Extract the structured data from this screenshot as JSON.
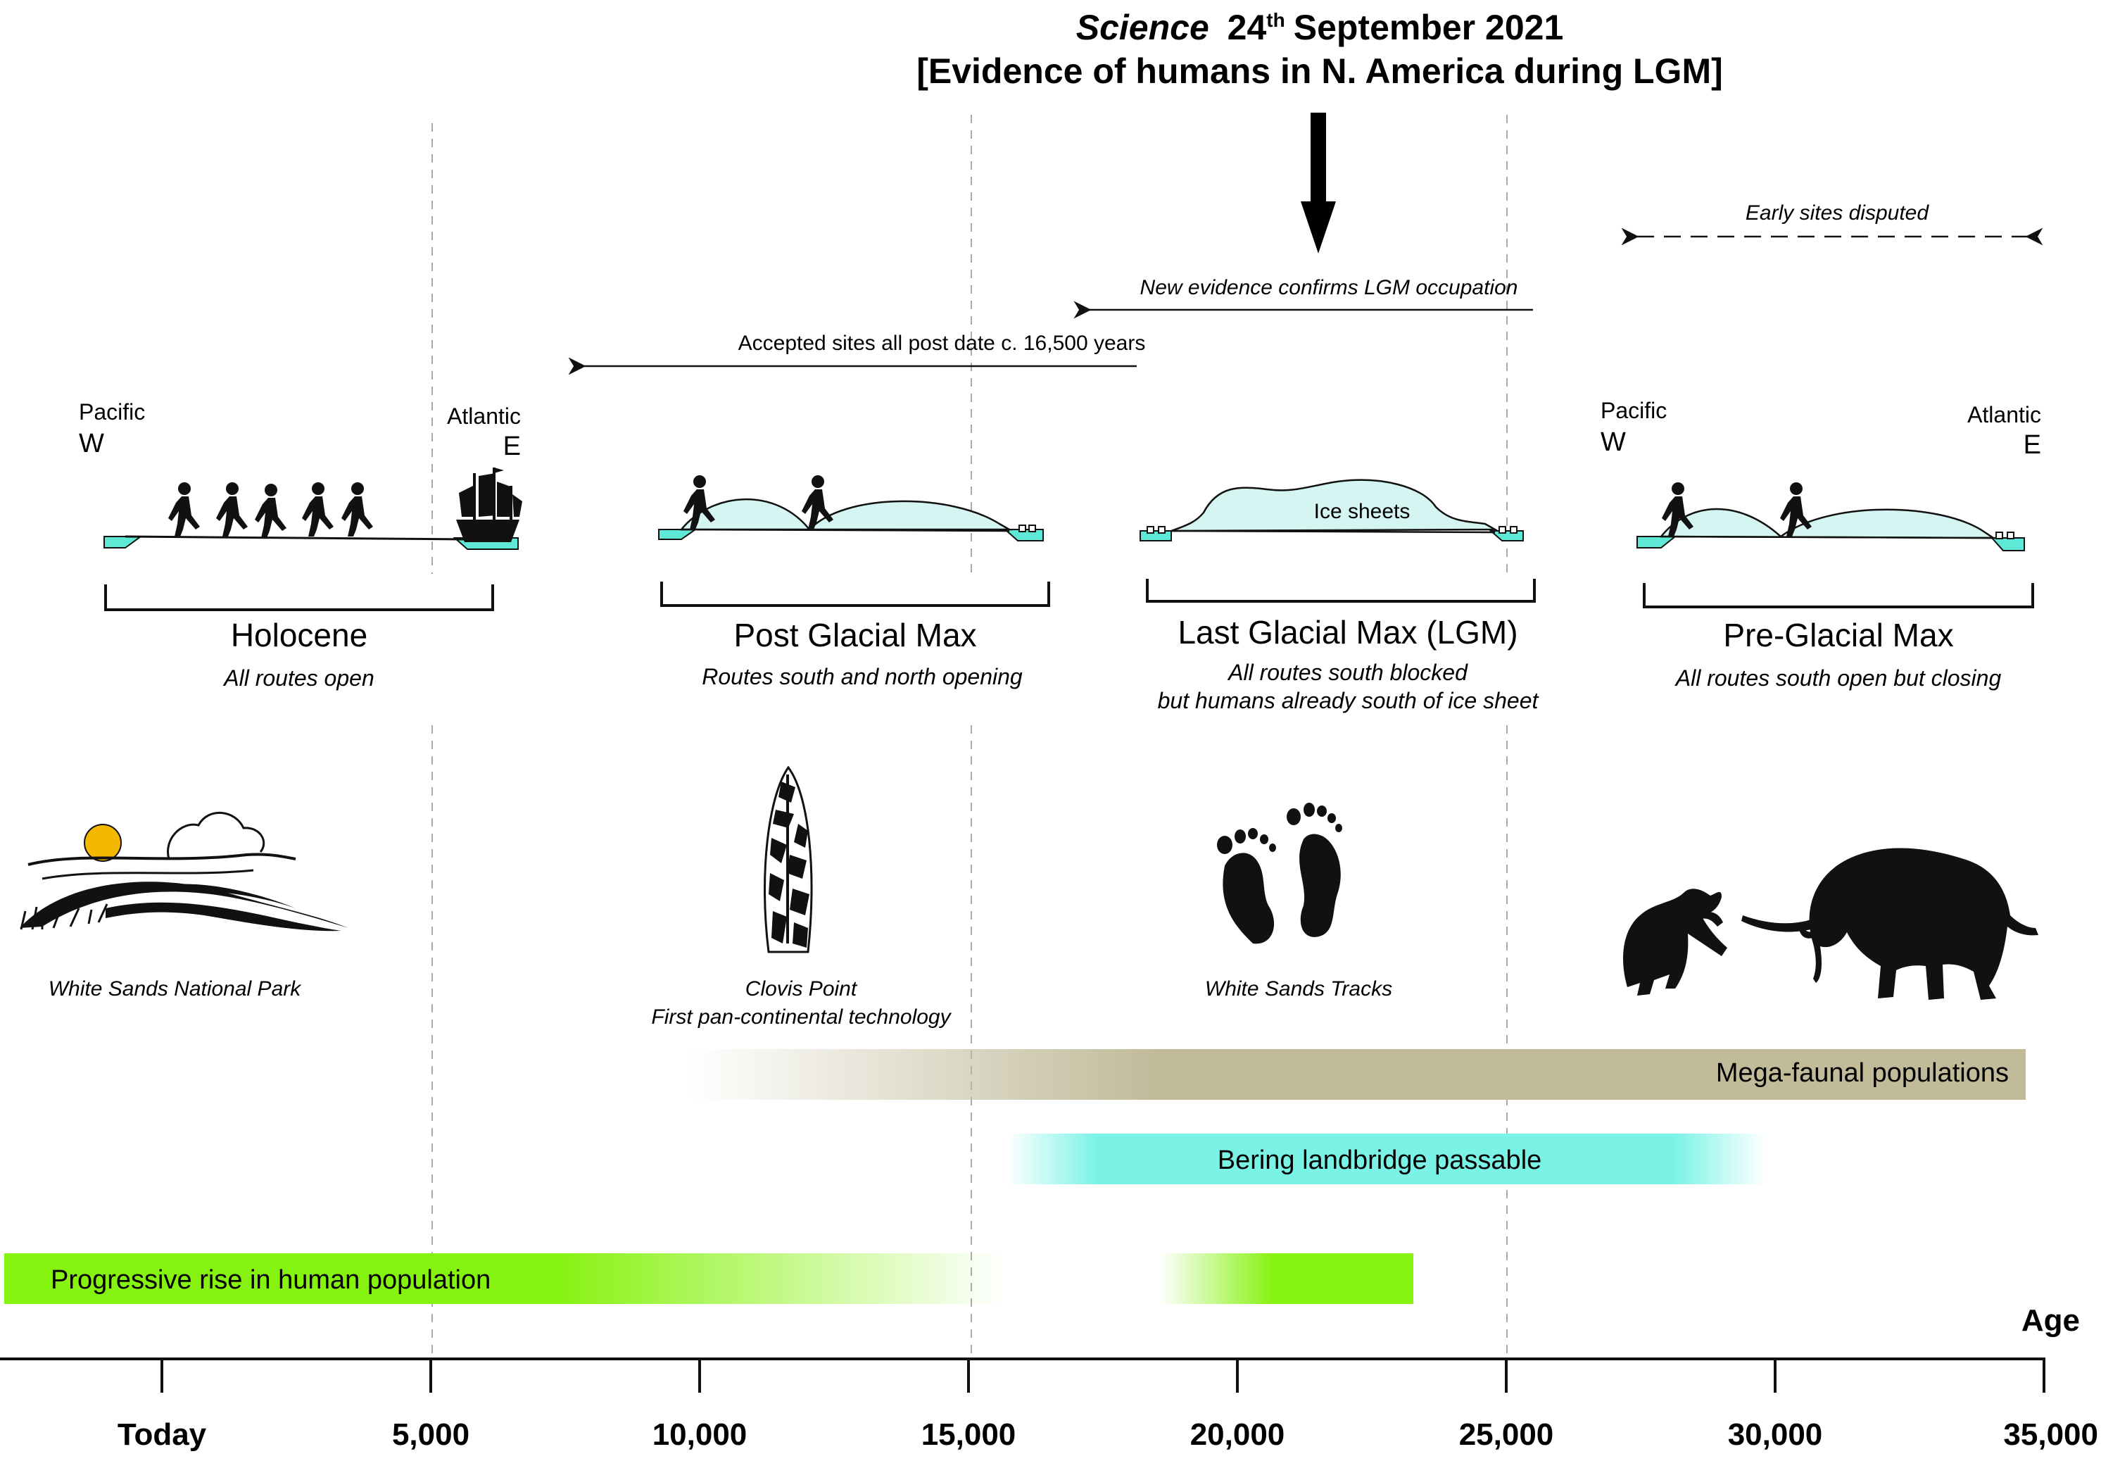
{
  "header": {
    "journal": "Science",
    "date_day": "24",
    "date_suffix": "th",
    "date_rest": "September 2021",
    "subtitle": "[Evidence of humans in N. America during LGM]"
  },
  "arrows": {
    "disputed": "Early sites disputed",
    "new_evidence": "New evidence confirms LGM occupation",
    "accepted": "Accepted sites all post date c. 16,500 years"
  },
  "panels": {
    "holocene": {
      "west_ocean": "Pacific",
      "west_dir": "W",
      "east_ocean": "Atlantic",
      "east_dir": "E",
      "title": "Holocene",
      "caption": "All routes open"
    },
    "post_glacial": {
      "title": "Post Glacial Max",
      "caption": "Routes south and north opening"
    },
    "lgm": {
      "ice_label": "Ice sheets",
      "title": "Last Glacial Max (LGM)",
      "caption_1": "All routes south blocked",
      "caption_2": "but humans already south of ice sheet"
    },
    "pre_glacial": {
      "west_ocean": "Pacific",
      "west_dir": "W",
      "east_ocean": "Atlantic",
      "east_dir": "E",
      "title": "Pre-Glacial Max",
      "caption": "All routes south open but closing"
    }
  },
  "illustrations": {
    "white_sands_park": "White Sands National Park",
    "clovis_1": "Clovis Point",
    "clovis_2": "First pan-continental technology",
    "tracks": "White Sands Tracks"
  },
  "bars": {
    "megafauna": "Mega-faunal populations",
    "bering": "Bering landbridge passable",
    "human": "Progressive rise in human population"
  },
  "axis": {
    "label": "Age",
    "ticks": [
      "Today",
      "5,000",
      "10,000",
      "15,000",
      "20,000",
      "25,000",
      "30,000",
      "35,000"
    ]
  },
  "colors": {
    "megafauna": "#c1bb9a",
    "bering": "#7af3e6",
    "human": "#86f20f",
    "ice": "#d4f5f1",
    "sea": "#5ee8d6"
  }
}
